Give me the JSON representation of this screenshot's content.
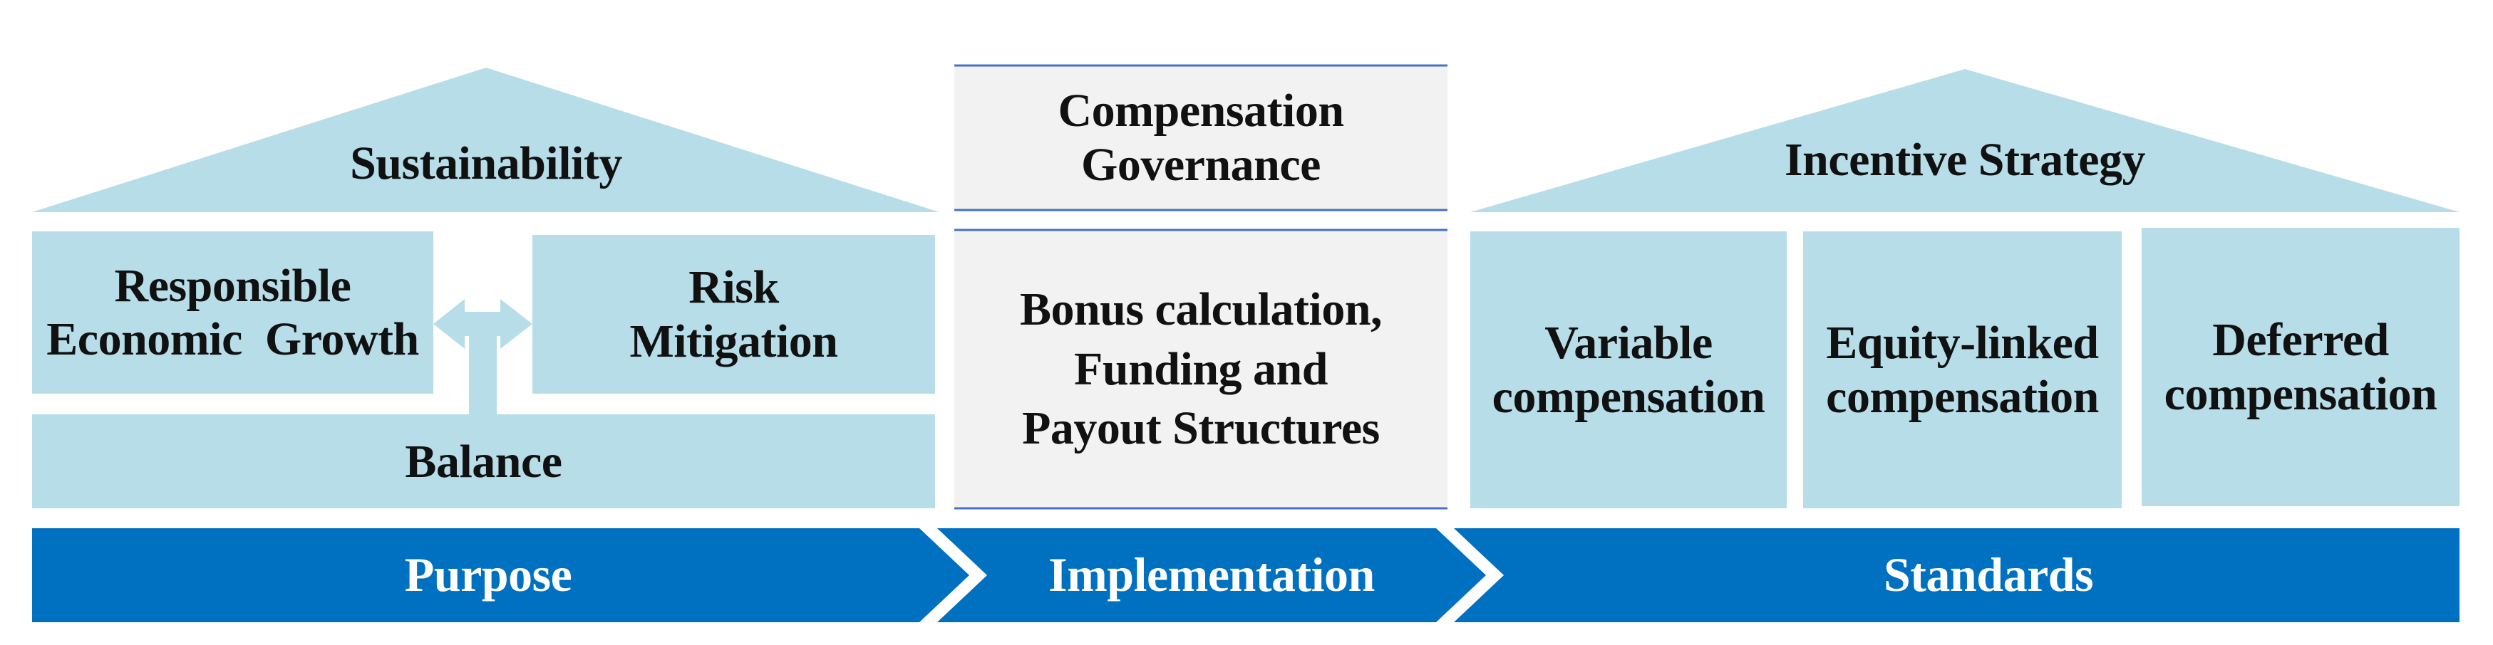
{
  "colors": {
    "light_blue": "#b6dde8",
    "gray_box": "#f2f2f2",
    "blue_band": "#0070c0",
    "thin_line": "#4472c4",
    "text_dark": "#111111",
    "text_light": "#ffffff"
  },
  "purpose": {
    "roof": "Sustainability",
    "left_box": [
      "Responsible",
      "Economic  Growth"
    ],
    "right_box": [
      "Risk",
      "Mitigation"
    ],
    "bottom_box": "Balance",
    "connector": "double-arrow-t-shape"
  },
  "implementation": {
    "top_box": [
      "Compensation",
      "Governance"
    ],
    "main_box": [
      "Bonus calculation,",
      "Funding and",
      "Payout Structures"
    ]
  },
  "standards": {
    "roof": "Incentive Strategy",
    "pillars": [
      [
        "Variable",
        "compensation"
      ],
      [
        "Equity-linked",
        "compensation"
      ],
      [
        "Deferred",
        "compensation"
      ]
    ]
  },
  "band": {
    "purpose": "Purpose",
    "implementation": "Implementation",
    "standards": "Standards"
  }
}
